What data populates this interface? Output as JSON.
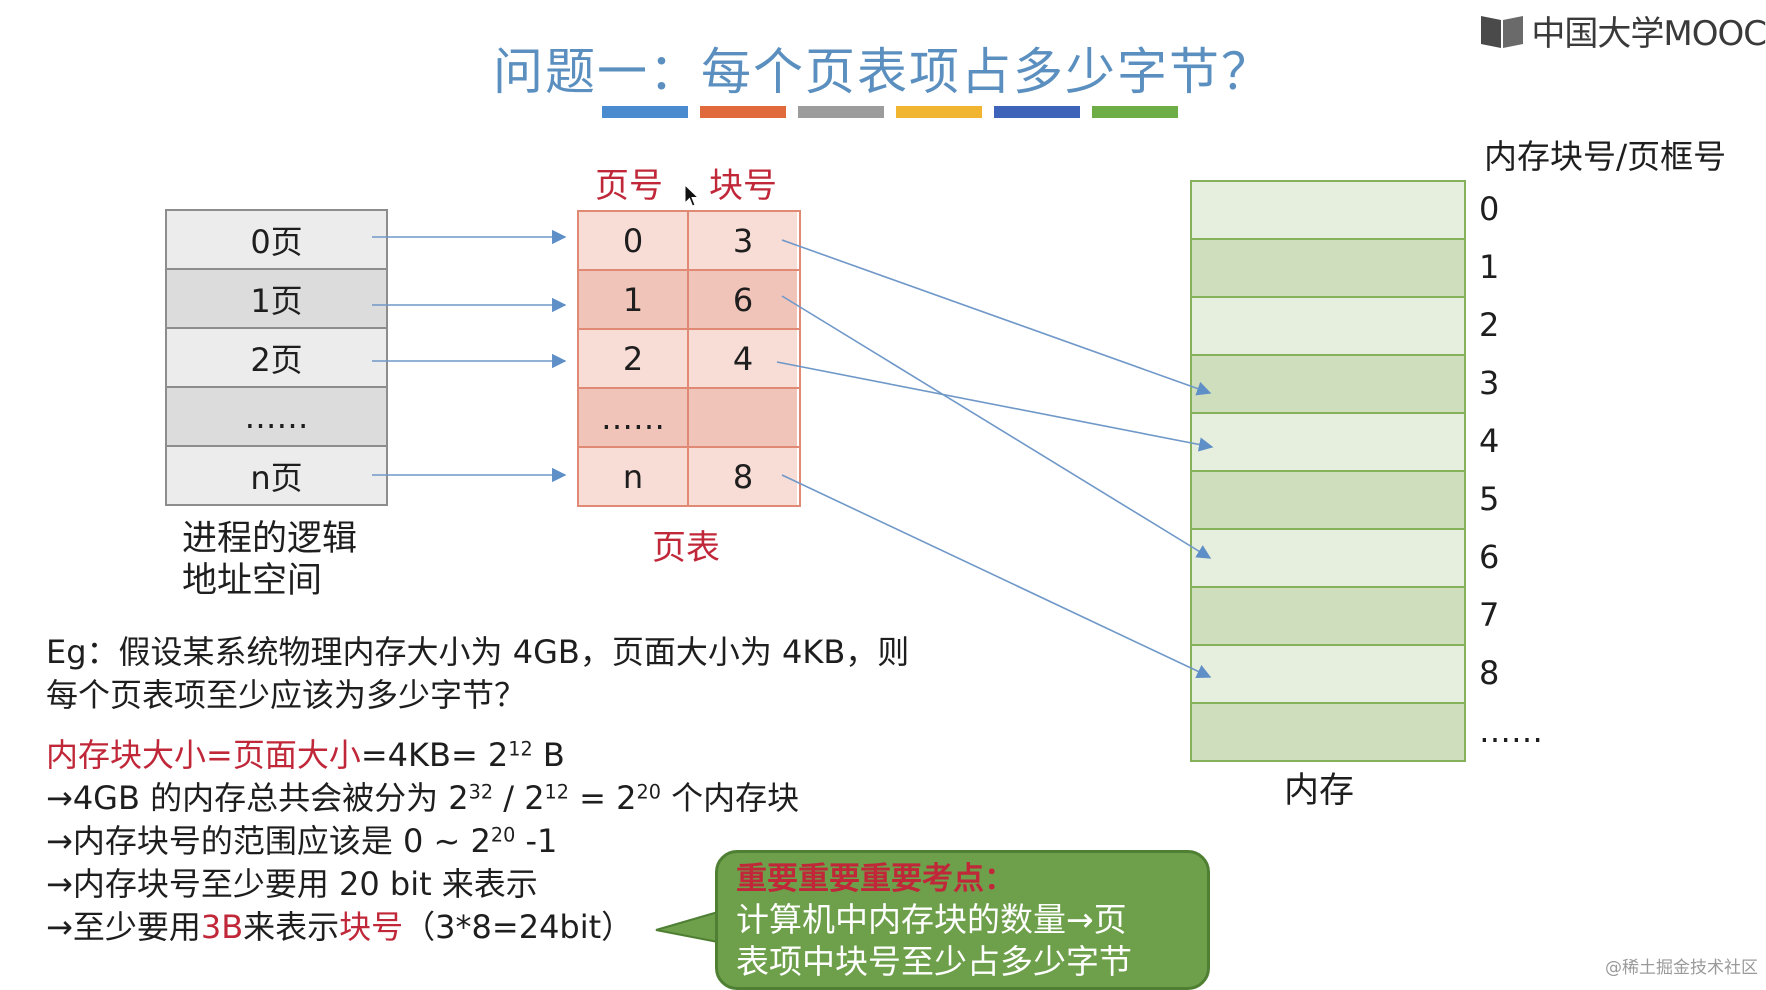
{
  "slide": {
    "title": "问题一：每个页表项占多少字节？",
    "title_bar_colors": [
      "#4a8bd0",
      "#e06a3c",
      "#9c9c9c",
      "#f2b52f",
      "#3d64b8",
      "#6ead45"
    ],
    "logo_text": "中国大学MOOC",
    "watermark": "@稀土掘金技术社区"
  },
  "logical_space": {
    "cells": [
      "0页",
      "1页",
      "2页",
      "……",
      "n页"
    ],
    "caption_line1": "进程的逻辑",
    "caption_line2": "地址空间"
  },
  "page_table": {
    "header_page": "页号",
    "header_block": "块号",
    "rows": [
      {
        "page": "0",
        "block": "3"
      },
      {
        "page": "1",
        "block": "6"
      },
      {
        "page": "2",
        "block": "4"
      },
      {
        "page": "……",
        "block": ""
      },
      {
        "page": "n",
        "block": "8"
      }
    ],
    "caption": "页表"
  },
  "memory": {
    "header": "内存块号/页框号",
    "block_numbers": [
      "0",
      "1",
      "2",
      "3",
      "4",
      "5",
      "6",
      "7",
      "8",
      "……"
    ],
    "caption": "内存"
  },
  "example": {
    "line1": "Eg：假设某系统物理内存大小为 4GB，页面大小为 4KB，则",
    "line2": "每个页表项至少应该为多少字节？",
    "calc_red": "内存块大小=页面大小",
    "calc_rest": "=4KB= 2",
    "calc_exp": "12",
    "calc_unit": " B",
    "s1_a": "→4GB 的内存总共会被分为  2",
    "s1_e1": "32",
    "s1_b": " / 2",
    "s1_e2": "12",
    "s1_c": " = 2",
    "s1_e3": "20",
    "s1_d": " 个内存块",
    "s2_a": "→内存块号的范围应该是 0 ~ 2",
    "s2_e": "20",
    "s2_b": " -1",
    "s3": "→内存块号至少要用 20 bit 来表示",
    "s4_a": "→至少要用",
    "s4_red1": "3B",
    "s4_b": "来表示",
    "s4_red2": "块号",
    "s4_c": "（3*8=24bit）"
  },
  "callout": {
    "heading": "重要重要重要考点：",
    "line1": "计算机中内存块的数量→页",
    "line2": "表项中块号至少占多少字节"
  }
}
